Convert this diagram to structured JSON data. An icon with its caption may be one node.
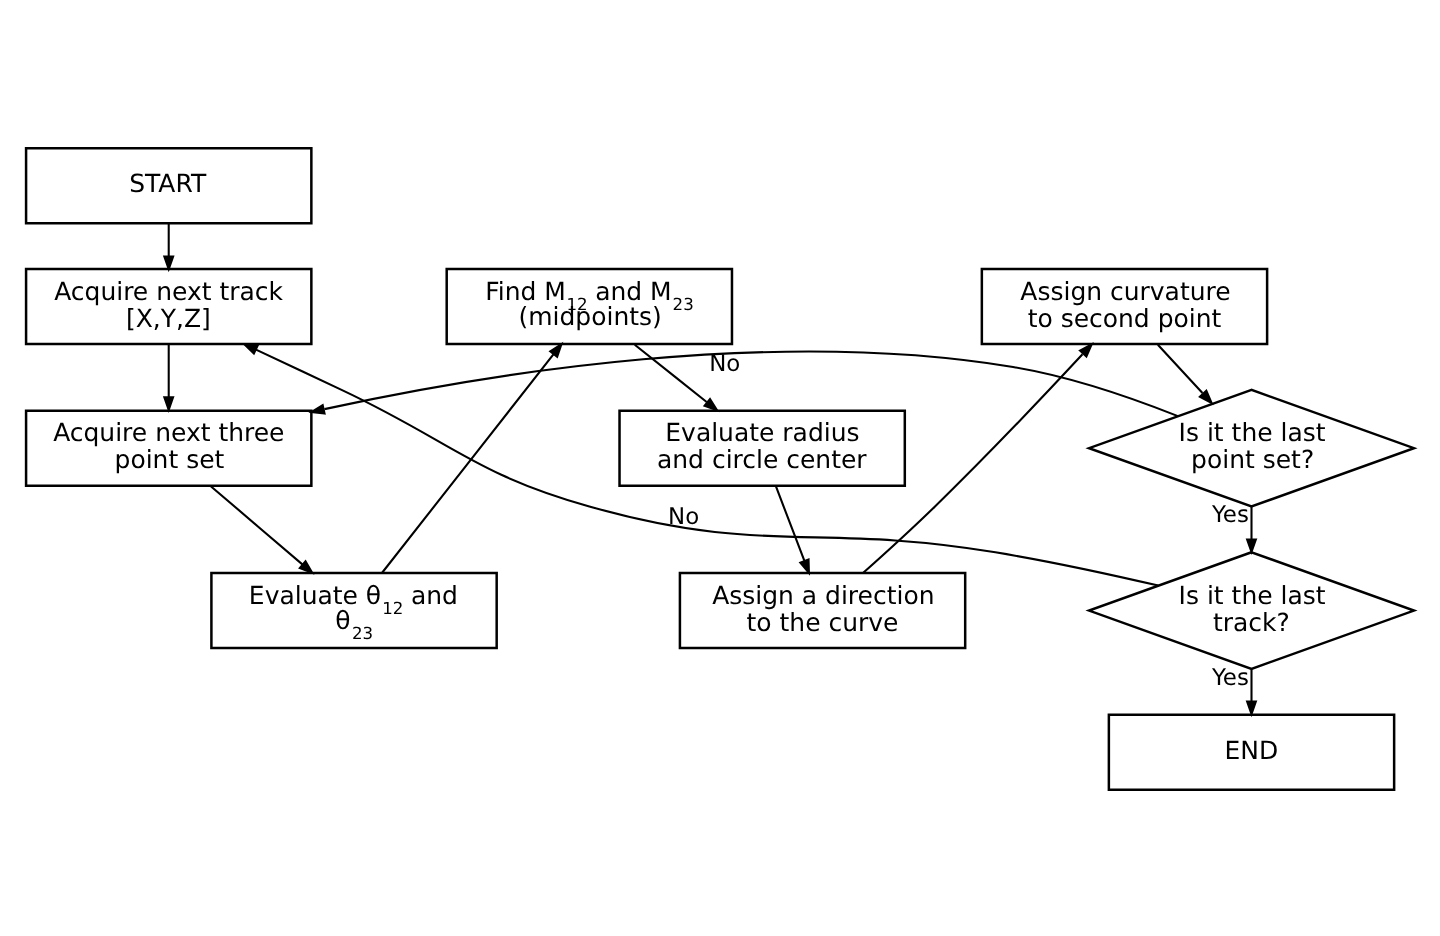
{
  "diagram": {
    "nodes": [
      {
        "text": [
          "START"
        ]
      },
      {
        "text": [
          "Acquire next track [X,Y,Z]"
        ]
      },
      {
        "text": [
          "Acquire next three point set"
        ]
      },
      {
        "text": [
          "Evaluate θ$_{12}$ and θ$_{23}$"
        ]
      },
      {
        "text": [
          "Find M$_{12}$ and M$_{23}$ (midpoints)"
        ]
      },
      {
        "text": [
          "Evaluate radius and circle center"
        ]
      },
      {
        "text": [
          "Assign a direction to the curve"
        ]
      },
      {
        "text": [
          "Assign curvature to second point"
        ]
      },
      {
        "text": [
          "Is it the last point set?"
        ]
      },
      {
        "text": [
          "Is it the last track?"
        ]
      },
      {
        "text": [
          "END"
        ]
      }
    ],
    "edges": [
      {
        "from": 0,
        "to": 1,
        "arrow": "to"
      },
      {
        "from": 1,
        "to": 2,
        "arrow": "to"
      },
      {
        "from": 2,
        "to": 3,
        "arrow": "to"
      },
      {
        "from": 3,
        "to": 4,
        "arrow": "to"
      },
      {
        "from": 4,
        "to": 5,
        "arrow": "to"
      },
      {
        "from": 5,
        "to": 6,
        "arrow": "to"
      },
      {
        "from": 6,
        "to": 7,
        "arrow": "to"
      },
      {
        "from": 7,
        "to": 8,
        "arrow": "to"
      },
      {
        "from": 8,
        "to": 9,
        "arrow": "to",
        "label": "Yes"
      },
      {
        "from": 8,
        "to": 2,
        "arrow": "to",
        "label": "No"
      },
      {
        "from": 9,
        "to": 1,
        "arrow": "to",
        "label": "No"
      },
      {
        "from": 9,
        "to": 10,
        "arrow": "to",
        "label": "Yes"
      }
    ]
  }
}
